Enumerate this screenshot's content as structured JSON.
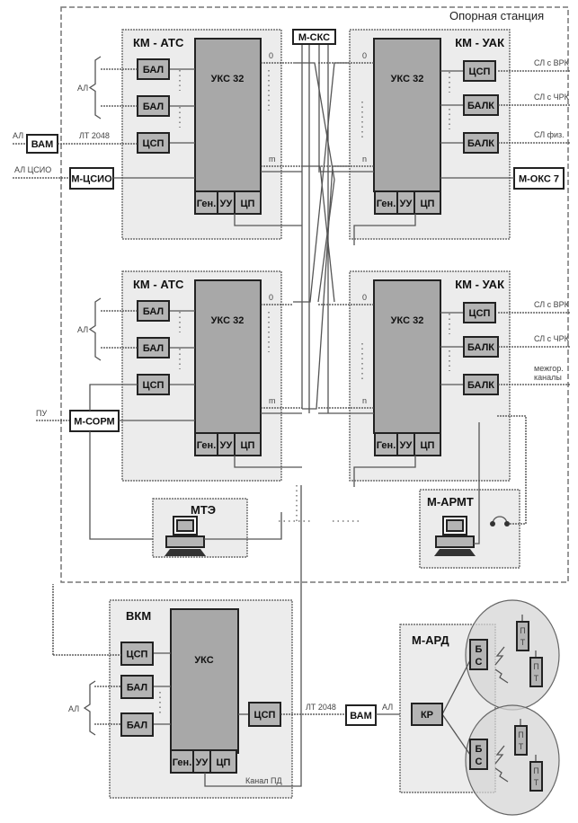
{
  "title": "Опорная станция",
  "modules": {
    "km_ats": "КМ - АТС",
    "km_uak": "КМ - УАК",
    "vkm": "ВКМ",
    "m_ard": "М-АРД",
    "mte": "МТЭ",
    "m_armt": "М-АРМТ"
  },
  "blocks": {
    "uks32": "УКС 32",
    "uks": "УКС",
    "gen": "Ген.",
    "uu": "УУ",
    "cp": "ЦП",
    "bal": "БАЛ",
    "balk": "БАЛК",
    "csp": "ЦСП",
    "vam": "ВАМ",
    "m_csio": "М-ЦСИО",
    "m_sks": "М-СКС",
    "m_oks7": "М-ОКС 7",
    "m_sorm": "М-СОРМ",
    "kr": "КР",
    "bs_1": "Б",
    "bs_2": "С",
    "pt_1": "П",
    "pt_2": "Т"
  },
  "labels": {
    "al": "АЛ",
    "lt2048": "ЛТ 2048",
    "al_csio": "АЛ ЦСИО",
    "sl_vrk": "СЛ с ВРК",
    "sl_chrk": "СЛ с ЧРК",
    "sl_fiz": "СЛ физ.",
    "mezhgor_1": "межгор.",
    "mezhgor_2": "каналы",
    "pu": "ПУ",
    "kanal_pd": "Канал ПД",
    "port_0": "0",
    "port_m": "m",
    "port_n": "n"
  }
}
